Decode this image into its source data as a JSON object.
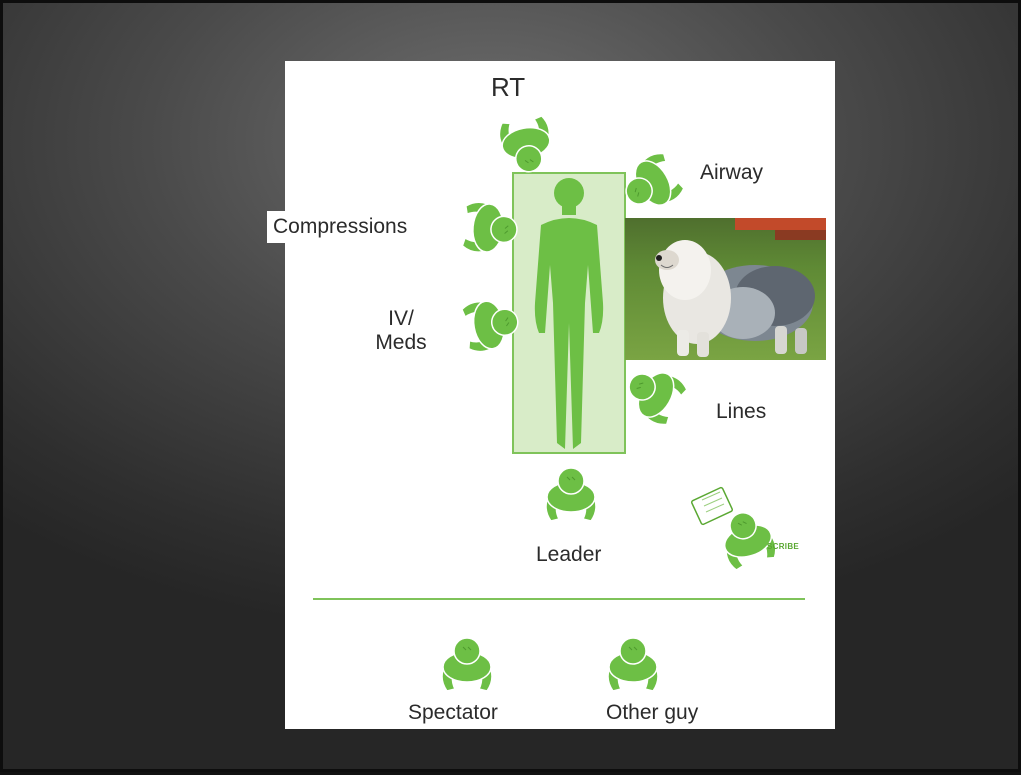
{
  "roles": {
    "rt": "RT",
    "airway": "Airway",
    "compressions": "Compressions",
    "iv_meds_line1": "IV/",
    "iv_meds_line2": "Meds",
    "lines": "Lines",
    "leader": "Leader",
    "scribe": "SCRIBE",
    "spectator": "Spectator",
    "other_guy": "Other guy"
  },
  "colors": {
    "figure_green": "#6dbf45",
    "figure_dark": "#4e9a2e",
    "bed_fill": "#d8ecc8",
    "bed_stroke": "#7fc35a",
    "divider": "#7fc35a"
  },
  "icons": {
    "patient": "patient-silhouette",
    "team_member": "person-top-view",
    "dog": "sheepdog-photo"
  }
}
